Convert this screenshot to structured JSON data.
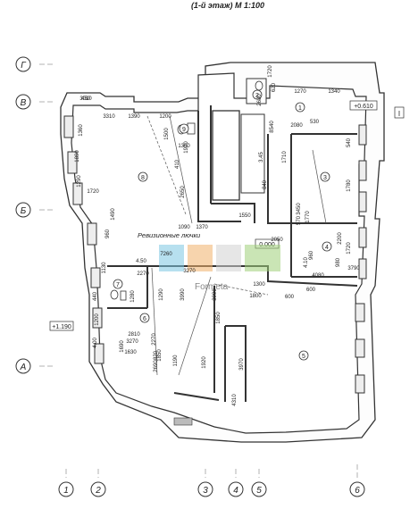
{
  "title": "(1-й этаж) М 1:100",
  "axes_letters": [
    "Г",
    "В",
    "Б",
    "А"
  ],
  "axes_numbers": [
    "1",
    "2",
    "3",
    "4",
    "5",
    "6"
  ],
  "rooms": [
    "1",
    "2",
    "3",
    "4",
    "5",
    "6",
    "7",
    "8",
    "9"
  ],
  "levels": [
    "+0.610",
    "0.000",
    "+1.190"
  ],
  "note": "Ревизионные лючки",
  "watermark": "Formeta",
  "side_mark": "I",
  "dims": [
    "450",
    "3310",
    "1390",
    "1200",
    "1500",
    "1920",
    "1300",
    "1360",
    "1890",
    "1290",
    "1720",
    "1490",
    "960",
    "1130",
    "440",
    "1200",
    "4.00",
    "410",
    "2650",
    "1090",
    "1370",
    "1550",
    "7260",
    "4.50",
    "2270",
    "3270",
    "1280",
    "1290",
    "3990",
    "3990",
    "3270",
    "1850",
    "2270",
    "1850",
    "820",
    "1190",
    "1920",
    "3970",
    "4310",
    "1300",
    "1800",
    "600",
    "600",
    "4080",
    "3790",
    "980",
    "1720",
    "4.10",
    "2200",
    "1770",
    "570",
    "960",
    "540",
    "1780",
    "1710",
    "3.45",
    "840",
    "3450",
    "8540",
    "2080",
    "1270",
    "1340",
    "2680",
    "620",
    "1720",
    "530",
    "2810",
    "1630",
    "1690",
    "2050",
    "2690",
    "3010"
  ]
}
